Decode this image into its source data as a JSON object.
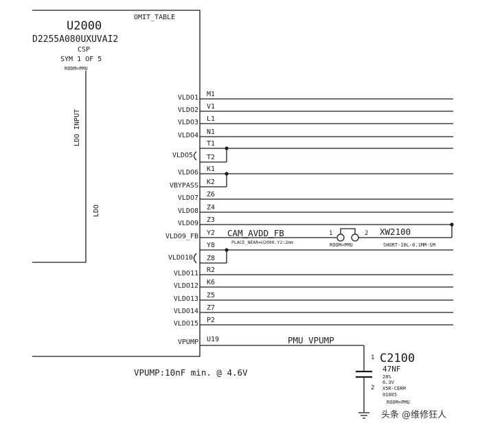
{
  "part": {
    "omit_table": "OMIT_TABLE",
    "refdes": "U2000",
    "part_number": "D2255A080UXUVAI2",
    "package": "CSP",
    "sym": "SYM 1 OF 5",
    "room": "ROOM=PMU",
    "ldo_input_label": "LDO INPUT",
    "ldo_label": "LDO"
  },
  "pins": [
    {
      "name": "VLDO1",
      "ball": "M1"
    },
    {
      "name": "VLDO2",
      "ball": "V1"
    },
    {
      "name": "VLDO3",
      "ball": "L1"
    },
    {
      "name": "VLDO4",
      "ball": "N1"
    },
    {
      "name": "",
      "ball": "T1"
    },
    {
      "name": "VLDO5",
      "ball": "T2"
    },
    {
      "name": "VLDO6",
      "ball": "K1"
    },
    {
      "name": "VBYPASS",
      "ball": "K2"
    },
    {
      "name": "VLDO7",
      "ball": "Z6"
    },
    {
      "name": "VLDO8",
      "ball": "Z4"
    },
    {
      "name": "VLDO9",
      "ball": "Z3"
    },
    {
      "name": "VLDO9_FB",
      "ball": "Y2"
    },
    {
      "name": "",
      "ball": "Y8"
    },
    {
      "name": "VLDO10",
      "ball": "Z8"
    },
    {
      "name": "VLDO11",
      "ball": "R2"
    },
    {
      "name": "VLDO12",
      "ball": "K6"
    },
    {
      "name": "VLDO13",
      "ball": "Z5"
    },
    {
      "name": "VLDO14",
      "ball": "Z7"
    },
    {
      "name": "VLDO15",
      "ball": "P2"
    },
    {
      "name": "VPUMP",
      "ball": "U19"
    }
  ],
  "nets": {
    "cam_avdd_fb": "CAM_AVDD_FB",
    "place_near": "PLACE_NEAR=U2000.Y2:2mm",
    "pmu_vpump": "PMU_VPUMP"
  },
  "xw": {
    "refdes": "XW2100",
    "pin1": "1",
    "pin2": "2",
    "room": "ROOM=PMU",
    "value": "SHORT-10L-0.1MM-SM"
  },
  "cap": {
    "refdes": "C2100",
    "pin1": "1",
    "pin2": "2",
    "value": "47NF",
    "tolerance": "20%",
    "voltage": "6.3V",
    "dielectric": "X5R-CERM",
    "size": "01005",
    "room": "ROOM=PMU"
  },
  "note": "VPUMP:10nF min. @ 4.6V",
  "watermark": "头条 @维修狂人"
}
